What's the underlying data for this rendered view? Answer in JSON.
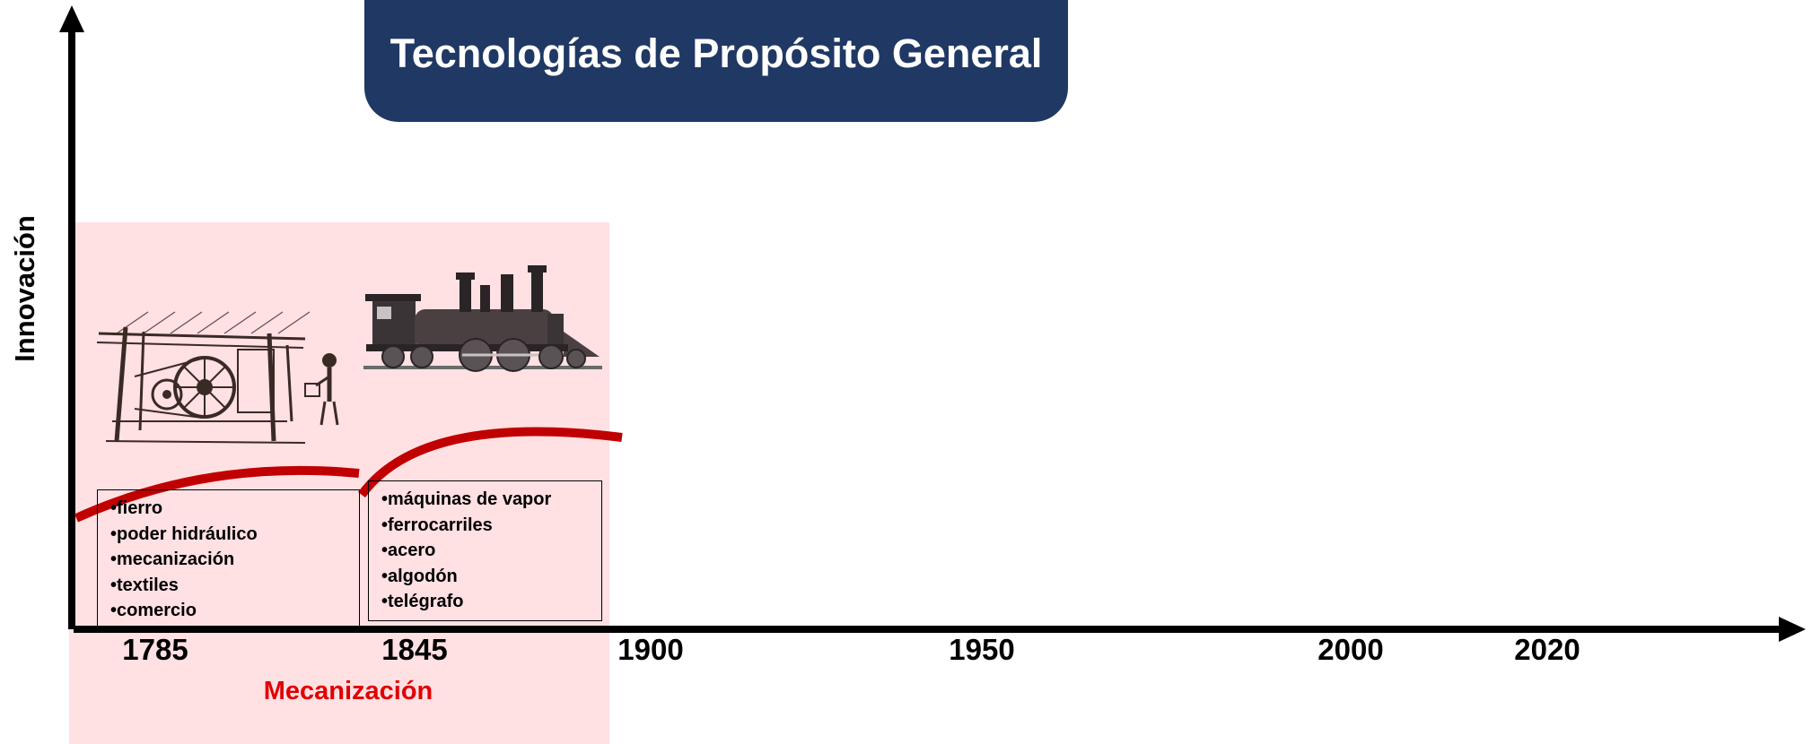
{
  "title": "Tecnologías de Propósito General",
  "colors": {
    "banner": "#1f3864",
    "era_band": "#ffe0e3",
    "curve": "#c00000",
    "era_label": "#e00000",
    "axis": "#000000"
  },
  "y_axis_label": "Innovación",
  "years": [
    "1785",
    "1845",
    "1900",
    "1950",
    "2000",
    "2020"
  ],
  "era": {
    "label": "Mecanización"
  },
  "wave1": {
    "image": "threshing-machine-illustration",
    "items": [
      "•fierro",
      "•poder hidráulico",
      "•mecanización",
      "•textiles",
      "•comercio"
    ]
  },
  "wave2": {
    "image": "steam-locomotive-illustration",
    "items": [
      "•máquinas de vapor",
      "•ferrocarriles",
      "•acero",
      "•algodón",
      "•telégrafo"
    ]
  }
}
